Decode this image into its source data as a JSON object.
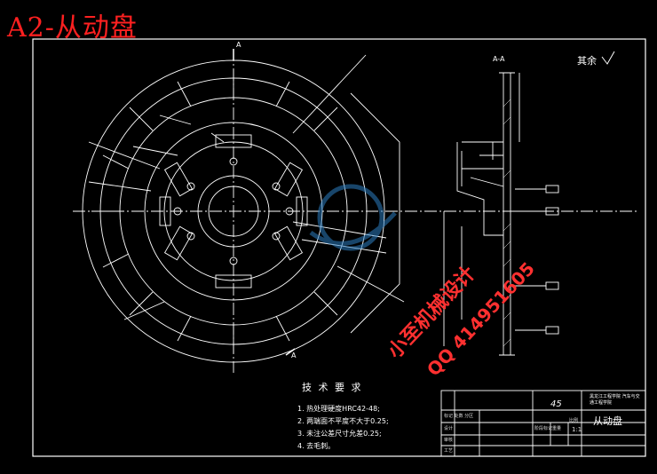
{
  "header": {
    "title": "A2-从动盘"
  },
  "drawing": {
    "section_label": "A-A",
    "roughness_note": "其余",
    "section_mark": "A",
    "tech_title": "技 术 要 求",
    "tech_notes": [
      "1. 热处理硬度HRC42-48;",
      "2. 两端面不平度不大于0.25;",
      "3. 未注公差尺寸允差0.25;",
      "4. 去毛刺。"
    ]
  },
  "title_block": {
    "material": "45",
    "part_name": "从动盘",
    "school": "黑龙江工程学院 汽车与交通工程学院",
    "scale": "1:1",
    "rows": [
      "标记 处数 分区",
      "设计",
      "审核",
      "工艺"
    ],
    "cols": [
      "阶段标记",
      "重量",
      "比例"
    ]
  },
  "watermark": {
    "line1": "小至机械设计",
    "line2": "QQ 414951605"
  },
  "colors": {
    "line": "#ffffff",
    "accent": "#ff2020",
    "watermark": "#2d7fc1"
  }
}
